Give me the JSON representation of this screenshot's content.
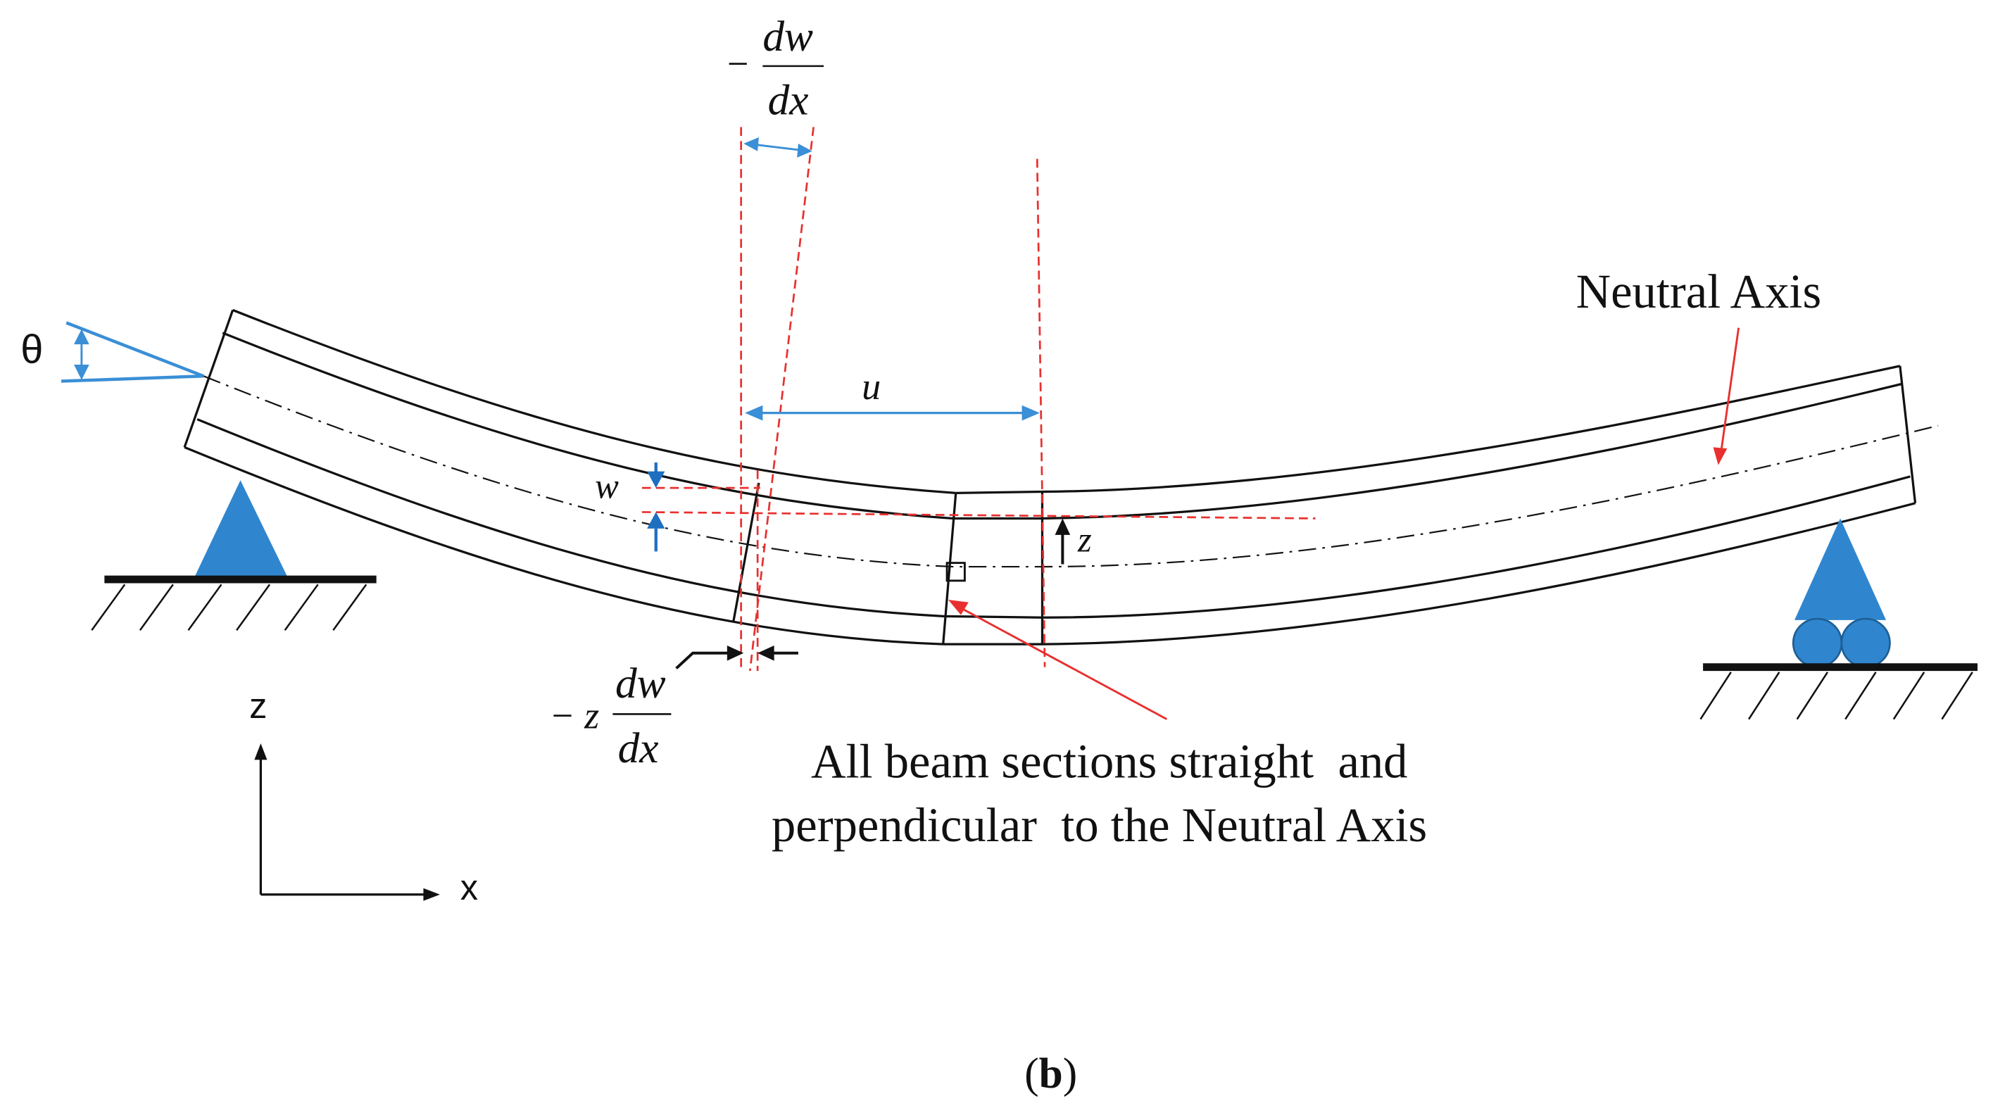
{
  "labels": {
    "neutral_axis": "Neutral Axis",
    "theta": "θ",
    "u": "u",
    "w": "w",
    "z_small": "z",
    "minus": "−",
    "dw": "dw",
    "dx": "dx",
    "minus_z": "− z",
    "note_line1": "All beam sections straight  and",
    "note_line2": "perpendicular  to the Neutral Axis",
    "axis_z": "z",
    "axis_x": "x",
    "caption_open": "(",
    "caption_letter": "b",
    "caption_close": ")"
  },
  "colors": {
    "beam": "#111111",
    "support": "#2f86cf",
    "dimension": "#3a8fd6",
    "reference_line": "#e8302f",
    "pointer": "#e8302f",
    "text": "#111111"
  }
}
